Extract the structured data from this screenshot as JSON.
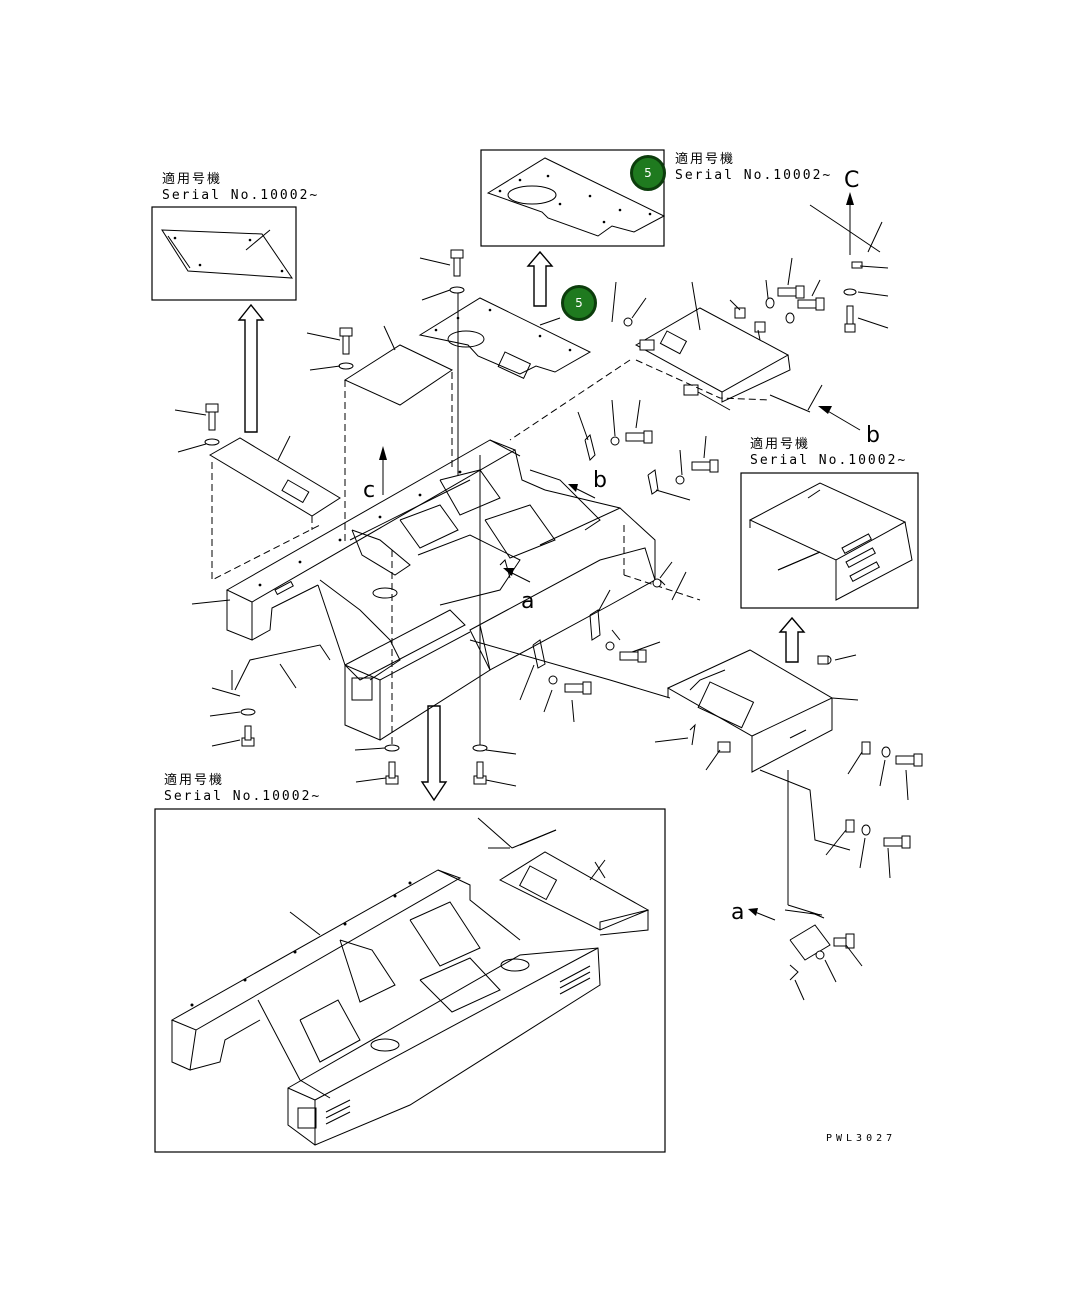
{
  "figure_code": "PWL3027",
  "callouts": [
    {
      "number": "5"
    },
    {
      "number": "5"
    }
  ],
  "serial_notes": [
    {
      "jp": "適用号機",
      "en": "Serial No.10002~"
    },
    {
      "jp": "適用号機",
      "en": "Serial No.10002~"
    },
    {
      "jp": "適用号機",
      "en": "Serial No.10002~"
    },
    {
      "jp": "適用号機",
      "en": "Serial No.10002~"
    }
  ],
  "view_letters": {
    "a": "a",
    "b": "b",
    "c": "c",
    "C": "C"
  },
  "colors": {
    "callout_fill": "#1f7a1f",
    "line": "#000000",
    "background": "#ffffff"
  }
}
